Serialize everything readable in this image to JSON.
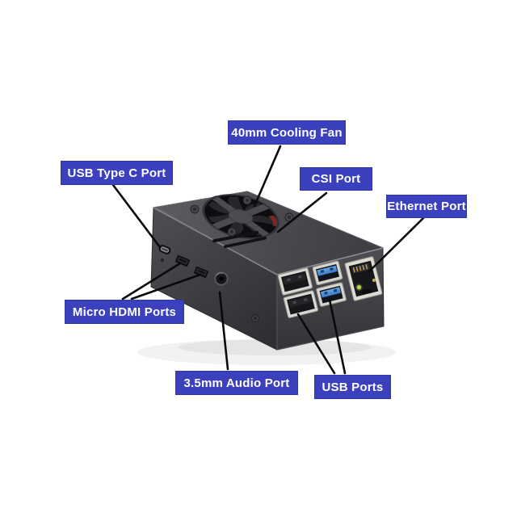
{
  "page": {
    "background_color": "#ffffff"
  },
  "diagram": {
    "label_style": {
      "bg_color": "#3b40bd",
      "text_color": "#ffffff"
    },
    "labels": [
      {
        "id": "cooling-fan",
        "text": "40mm Cooling Fan"
      },
      {
        "id": "usb-type-c",
        "text": "USB Type C Port"
      },
      {
        "id": "csi-port",
        "text": "CSI Port"
      },
      {
        "id": "ethernet-port",
        "text": "Ethernet Port"
      },
      {
        "id": "micro-hdmi",
        "text": "Micro HDMI Ports"
      },
      {
        "id": "audio-port",
        "text": "3.5mm Audio Port"
      },
      {
        "id": "usb-ports",
        "text": "USB Ports"
      }
    ],
    "device": {
      "case_color": "#46464b",
      "usb3_accent": "#4a8ad8",
      "ethernet_led_colors": [
        "#b6d44e",
        "#d8c050"
      ],
      "features": [
        "cooling-fan",
        "usb-type-c-port",
        "micro-hdmi-port-1",
        "micro-hdmi-port-2",
        "audio-jack",
        "usb2-port-top",
        "usb2-port-bottom",
        "usb3-port-top",
        "usb3-port-bottom",
        "ethernet-port",
        "csi-slot"
      ]
    }
  }
}
